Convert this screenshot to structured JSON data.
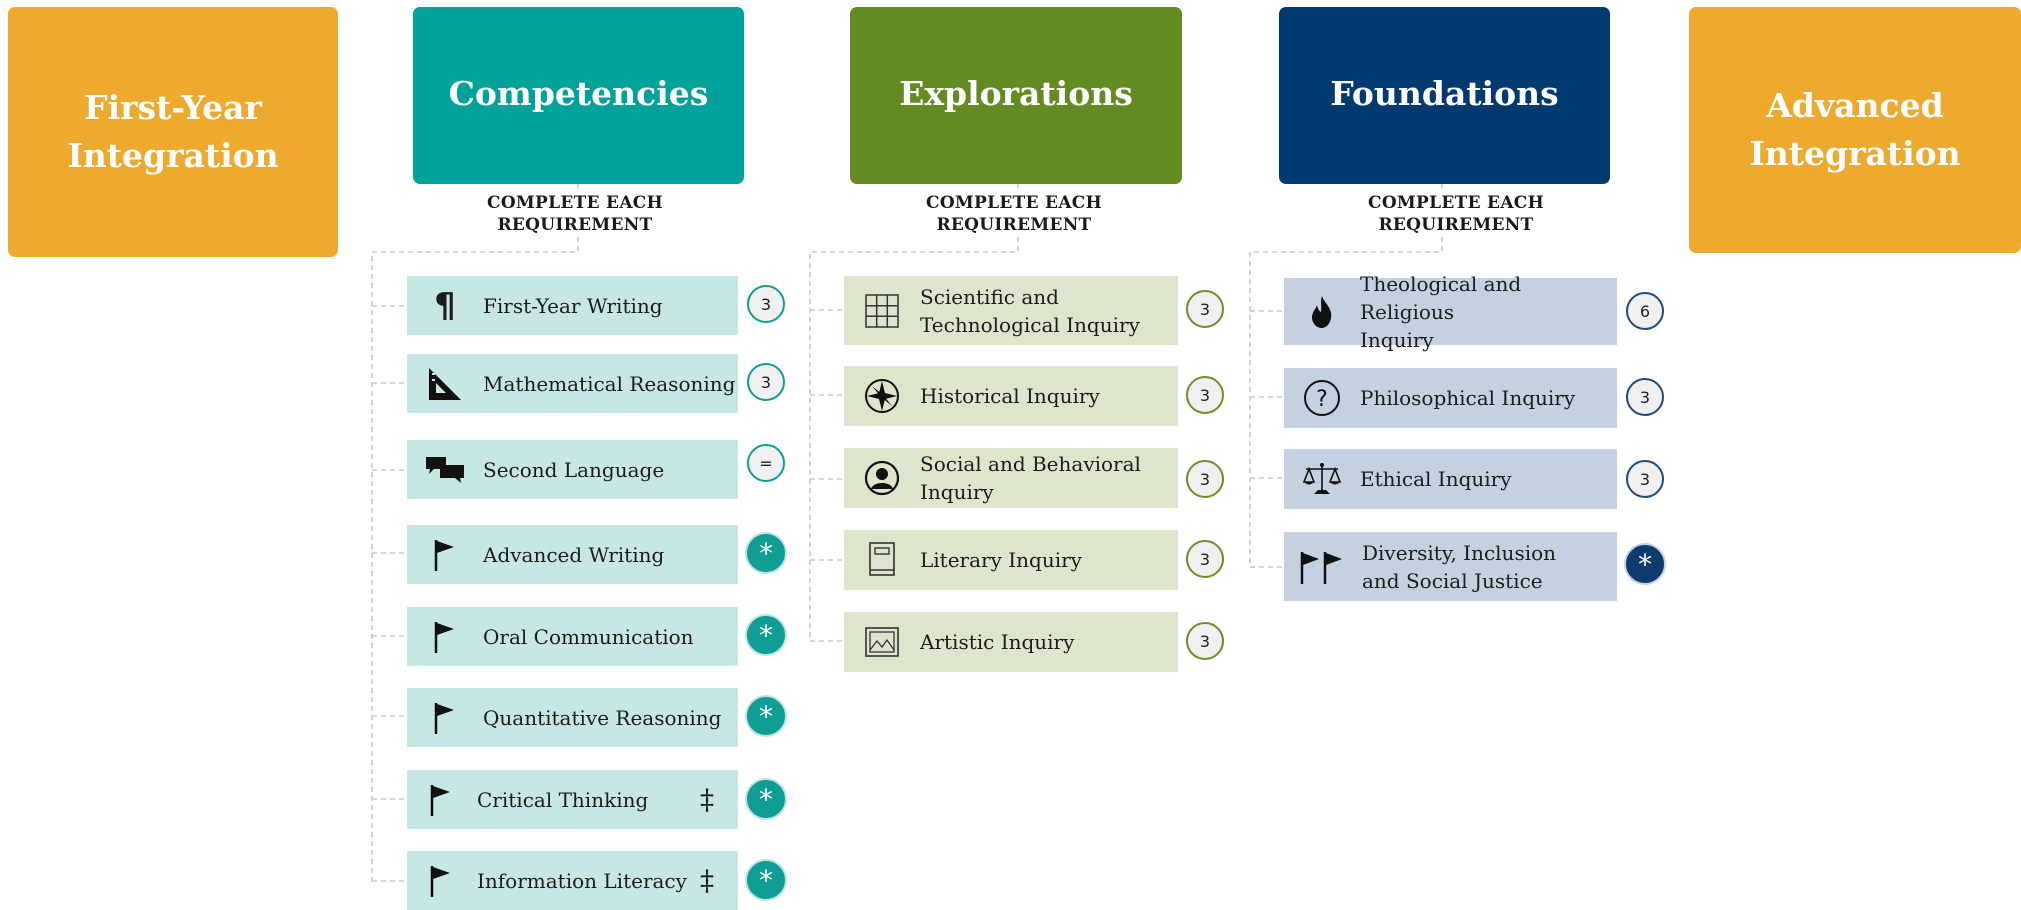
{
  "headers": {
    "first_year": [
      "First-Year",
      "Integration"
    ],
    "competencies": "Competencies",
    "explorations": "Explorations",
    "foundations": "Foundations",
    "advanced": [
      "Advanced",
      "Integration"
    ]
  },
  "requirement_note": [
    "COMPLETE EACH",
    "REQUIREMENT"
  ],
  "colors": {
    "gold": "#edaa2e",
    "teal": "#00a29a",
    "green": "#638b22",
    "navy": "#003a70",
    "teal_light": "#c7e7e4",
    "green_light": "#dee5cd",
    "blue_light": "#c3d1e0"
  },
  "competencies": [
    {
      "label": "First-Year Writing",
      "icon": "pilcrow-icon",
      "badge": "3"
    },
    {
      "label": "Mathematical Reasoning",
      "icon": "triangle-ruler-icon",
      "badge": "3"
    },
    {
      "label": "Second Language",
      "icon": "speech-bubbles-icon",
      "badge": "="
    },
    {
      "label": "Advanced Writing",
      "icon": "flag-icon",
      "badge": "*"
    },
    {
      "label": "Oral Communication",
      "icon": "flag-icon",
      "badge": "*"
    },
    {
      "label": "Quantitative Reasoning",
      "icon": "flag-icon",
      "badge": "*"
    },
    {
      "label": "Critical Thinking",
      "icon": "flag-icon",
      "badge": "*",
      "dagger": "‡"
    },
    {
      "label": "Information Literacy",
      "icon": "flag-icon",
      "badge": "*",
      "dagger": "‡"
    }
  ],
  "explorations": [
    {
      "label": [
        "Scientific and",
        "Technological Inquiry"
      ],
      "icon": "grid-icon",
      "badge": "3"
    },
    {
      "label": [
        "Historical Inquiry"
      ],
      "icon": "compass-icon",
      "badge": "3"
    },
    {
      "label": [
        "Social and Behavioral",
        "Inquiry"
      ],
      "icon": "person-circle-icon",
      "badge": "3"
    },
    {
      "label": [
        "Literary Inquiry"
      ],
      "icon": "book-icon",
      "badge": "3"
    },
    {
      "label": [
        "Artistic Inquiry"
      ],
      "icon": "framed-picture-icon",
      "badge": "3"
    }
  ],
  "foundations": [
    {
      "label": [
        "Theological and Religious",
        "Inquiry"
      ],
      "icon": "flame-icon",
      "badge": "6"
    },
    {
      "label": [
        "Philosophical Inquiry"
      ],
      "icon": "question-circle-icon",
      "badge": "3"
    },
    {
      "label": [
        "Ethical Inquiry"
      ],
      "icon": "scales-icon",
      "badge": "3"
    },
    {
      "label": [
        "Diversity, Inclusion",
        "and Social Justice"
      ],
      "icon": "double-flag-icon",
      "badge": "*"
    }
  ]
}
